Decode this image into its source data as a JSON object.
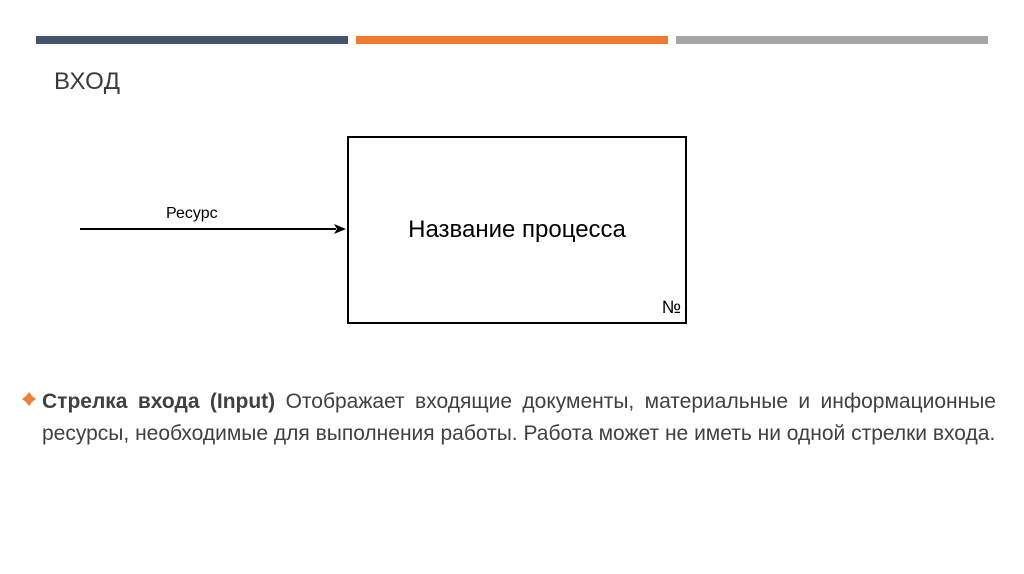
{
  "header": {
    "title": "ВХОД",
    "accent_colors": [
      "#44546a",
      "#ed7d31",
      "#a5a5a5"
    ]
  },
  "diagram": {
    "process_name": "Название процесса",
    "process_number": "№",
    "input_arrow_label": "Ресурс"
  },
  "description": {
    "bullet_icon": "diamond-bullet-icon",
    "term": "Стрелка входа (Input)",
    "text": "Отображает входящие документы, материальные и информационные ресурсы, необходимые для выполнения работы. Работа может не иметь ни одной стрелки входа."
  }
}
